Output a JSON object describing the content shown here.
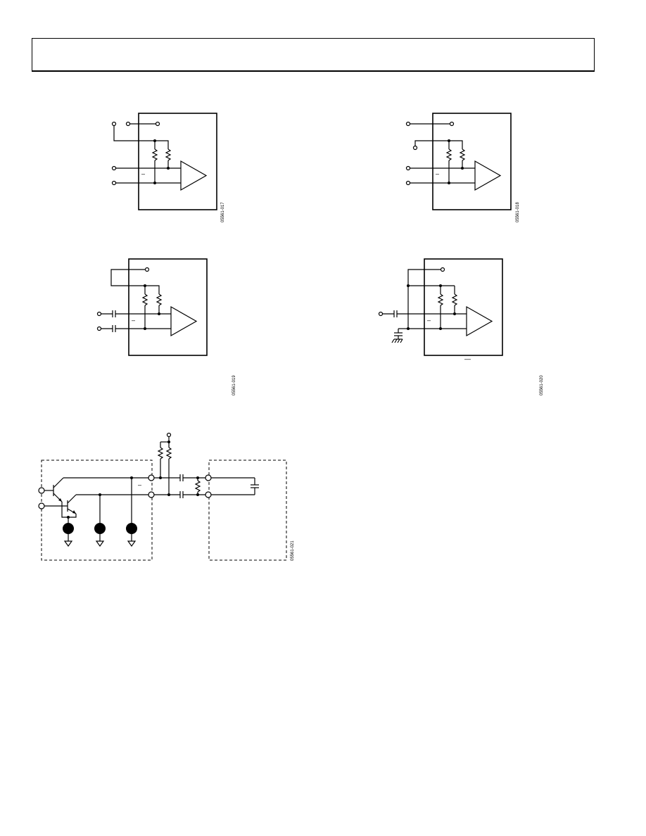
{
  "figures": [
    {
      "id": "fig1",
      "figure_id": "05561-017",
      "minus_sign": "–"
    },
    {
      "id": "fig2",
      "figure_id": "05561-018",
      "minus_sign": "–"
    },
    {
      "id": "fig3",
      "figure_id": "05561-019",
      "minus_sign": "–"
    },
    {
      "id": "fig4",
      "figure_id": "05561-020",
      "minus_sign": "–",
      "overbar": "—"
    },
    {
      "id": "fig5",
      "figure_id": "05561-021",
      "minus_sign": "–"
    }
  ]
}
